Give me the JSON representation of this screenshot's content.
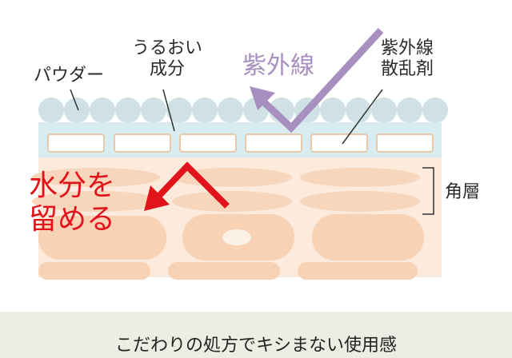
{
  "labels": {
    "powder": "パウダー",
    "moisture_line1": "うるおい",
    "moisture_line2": "成分",
    "uv_main": "紫外線",
    "scatter_line1": "紫外線",
    "scatter_line2": "散乱剤",
    "stratum": "角層",
    "retain_line1": "水分を",
    "retain_line2": "留める"
  },
  "footer": {
    "caption": "こだわりの処方でキシまない使用感"
  },
  "colors": {
    "powder": "#cfe1e4",
    "film": "#d9ecef",
    "stratum": "#fcebdc",
    "cell": "#f7d2b5",
    "uv_arrow": "#a78fbf",
    "red_arrow": "#e1141b",
    "footer_bg": "#ebeee2"
  }
}
